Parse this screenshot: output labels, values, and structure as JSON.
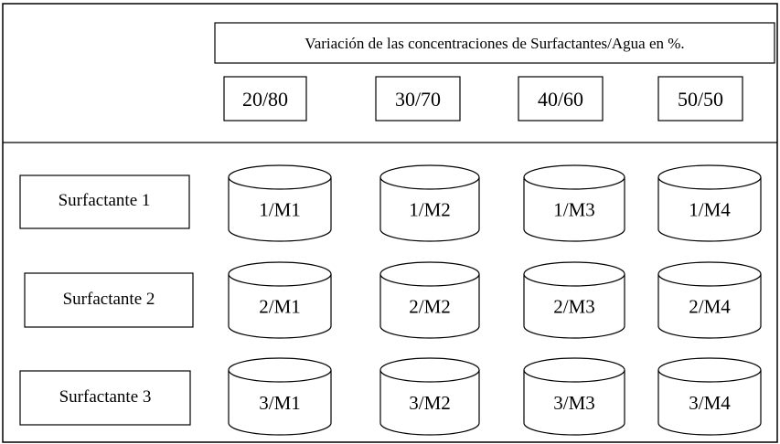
{
  "title": "Variación de las concentraciones de Surfactantes/Agua en %.",
  "concentrations": [
    "20/80",
    "30/70",
    "40/60",
    "50/50"
  ],
  "surfactants": [
    "Surfactante 1",
    "Surfactante 2",
    "Surfactante 3"
  ],
  "samples": [
    [
      "1/M1",
      "1/M2",
      "1/M3",
      "1/M4"
    ],
    [
      "2/M1",
      "2/M2",
      "2/M3",
      "2/M4"
    ],
    [
      "3/M1",
      "3/M2",
      "3/M3",
      "3/M4"
    ]
  ]
}
